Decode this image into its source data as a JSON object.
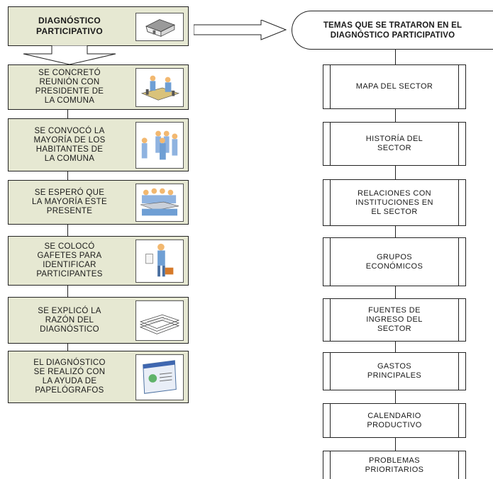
{
  "left_flow": {
    "header": "DIAGNÓSTICO\nPARTICIPATIVO",
    "steps": [
      "SE CONCRETÓ\nREUNIÓN CON\nPRESIDENTE DE\nLA COMUNA",
      "SE CONVOCÓ LA\nMAYORÍA DE LOS\nHABITANTES DE\nLA COMUNA",
      "SE ESPERÓ QUE\nLA MAYORÍA ESTE\nPRESENTE",
      "SE COLOCÓ\nGAFETES PARA\nIDENTIFICAR\nPARTICIPANTES",
      "SE EXPLICÓ LA\nRAZÓN DEL\nDIAGNÓSTICO",
      "EL DIAGNÓSTICO\nSE REALIZÓ CON\nLA AYUDA DE\nPAPELÓGRAFOS"
    ]
  },
  "right_flow": {
    "header": "TEMAS QUE SE TRATARON EN EL\nDIAGNÓSTICO PARTICIPATIVO",
    "topics": [
      "MAPA DEL SECTOR",
      "HISTORÍA DEL\nSECTOR",
      "RELACIONES CON\nINSTITUCIONES EN\nEL SECTOR",
      "GRUPOS\nECONÓMICOS",
      "FUENTES DE\nINGRESO DEL\nSECTOR",
      "GASTOS\nPRINCIPALES",
      "CALENDARIO\nPRODUCTIVO",
      "PROBLEMAS\nPRIORITARIOS"
    ]
  },
  "icons": [
    "house-icon",
    "meeting-icon",
    "people-group-icon",
    "audience-icon",
    "badge-person-icon",
    "papers-icon",
    "flipchart-icon"
  ],
  "colors": {
    "box_fill": "#e6e8d2",
    "line": "#222222"
  }
}
